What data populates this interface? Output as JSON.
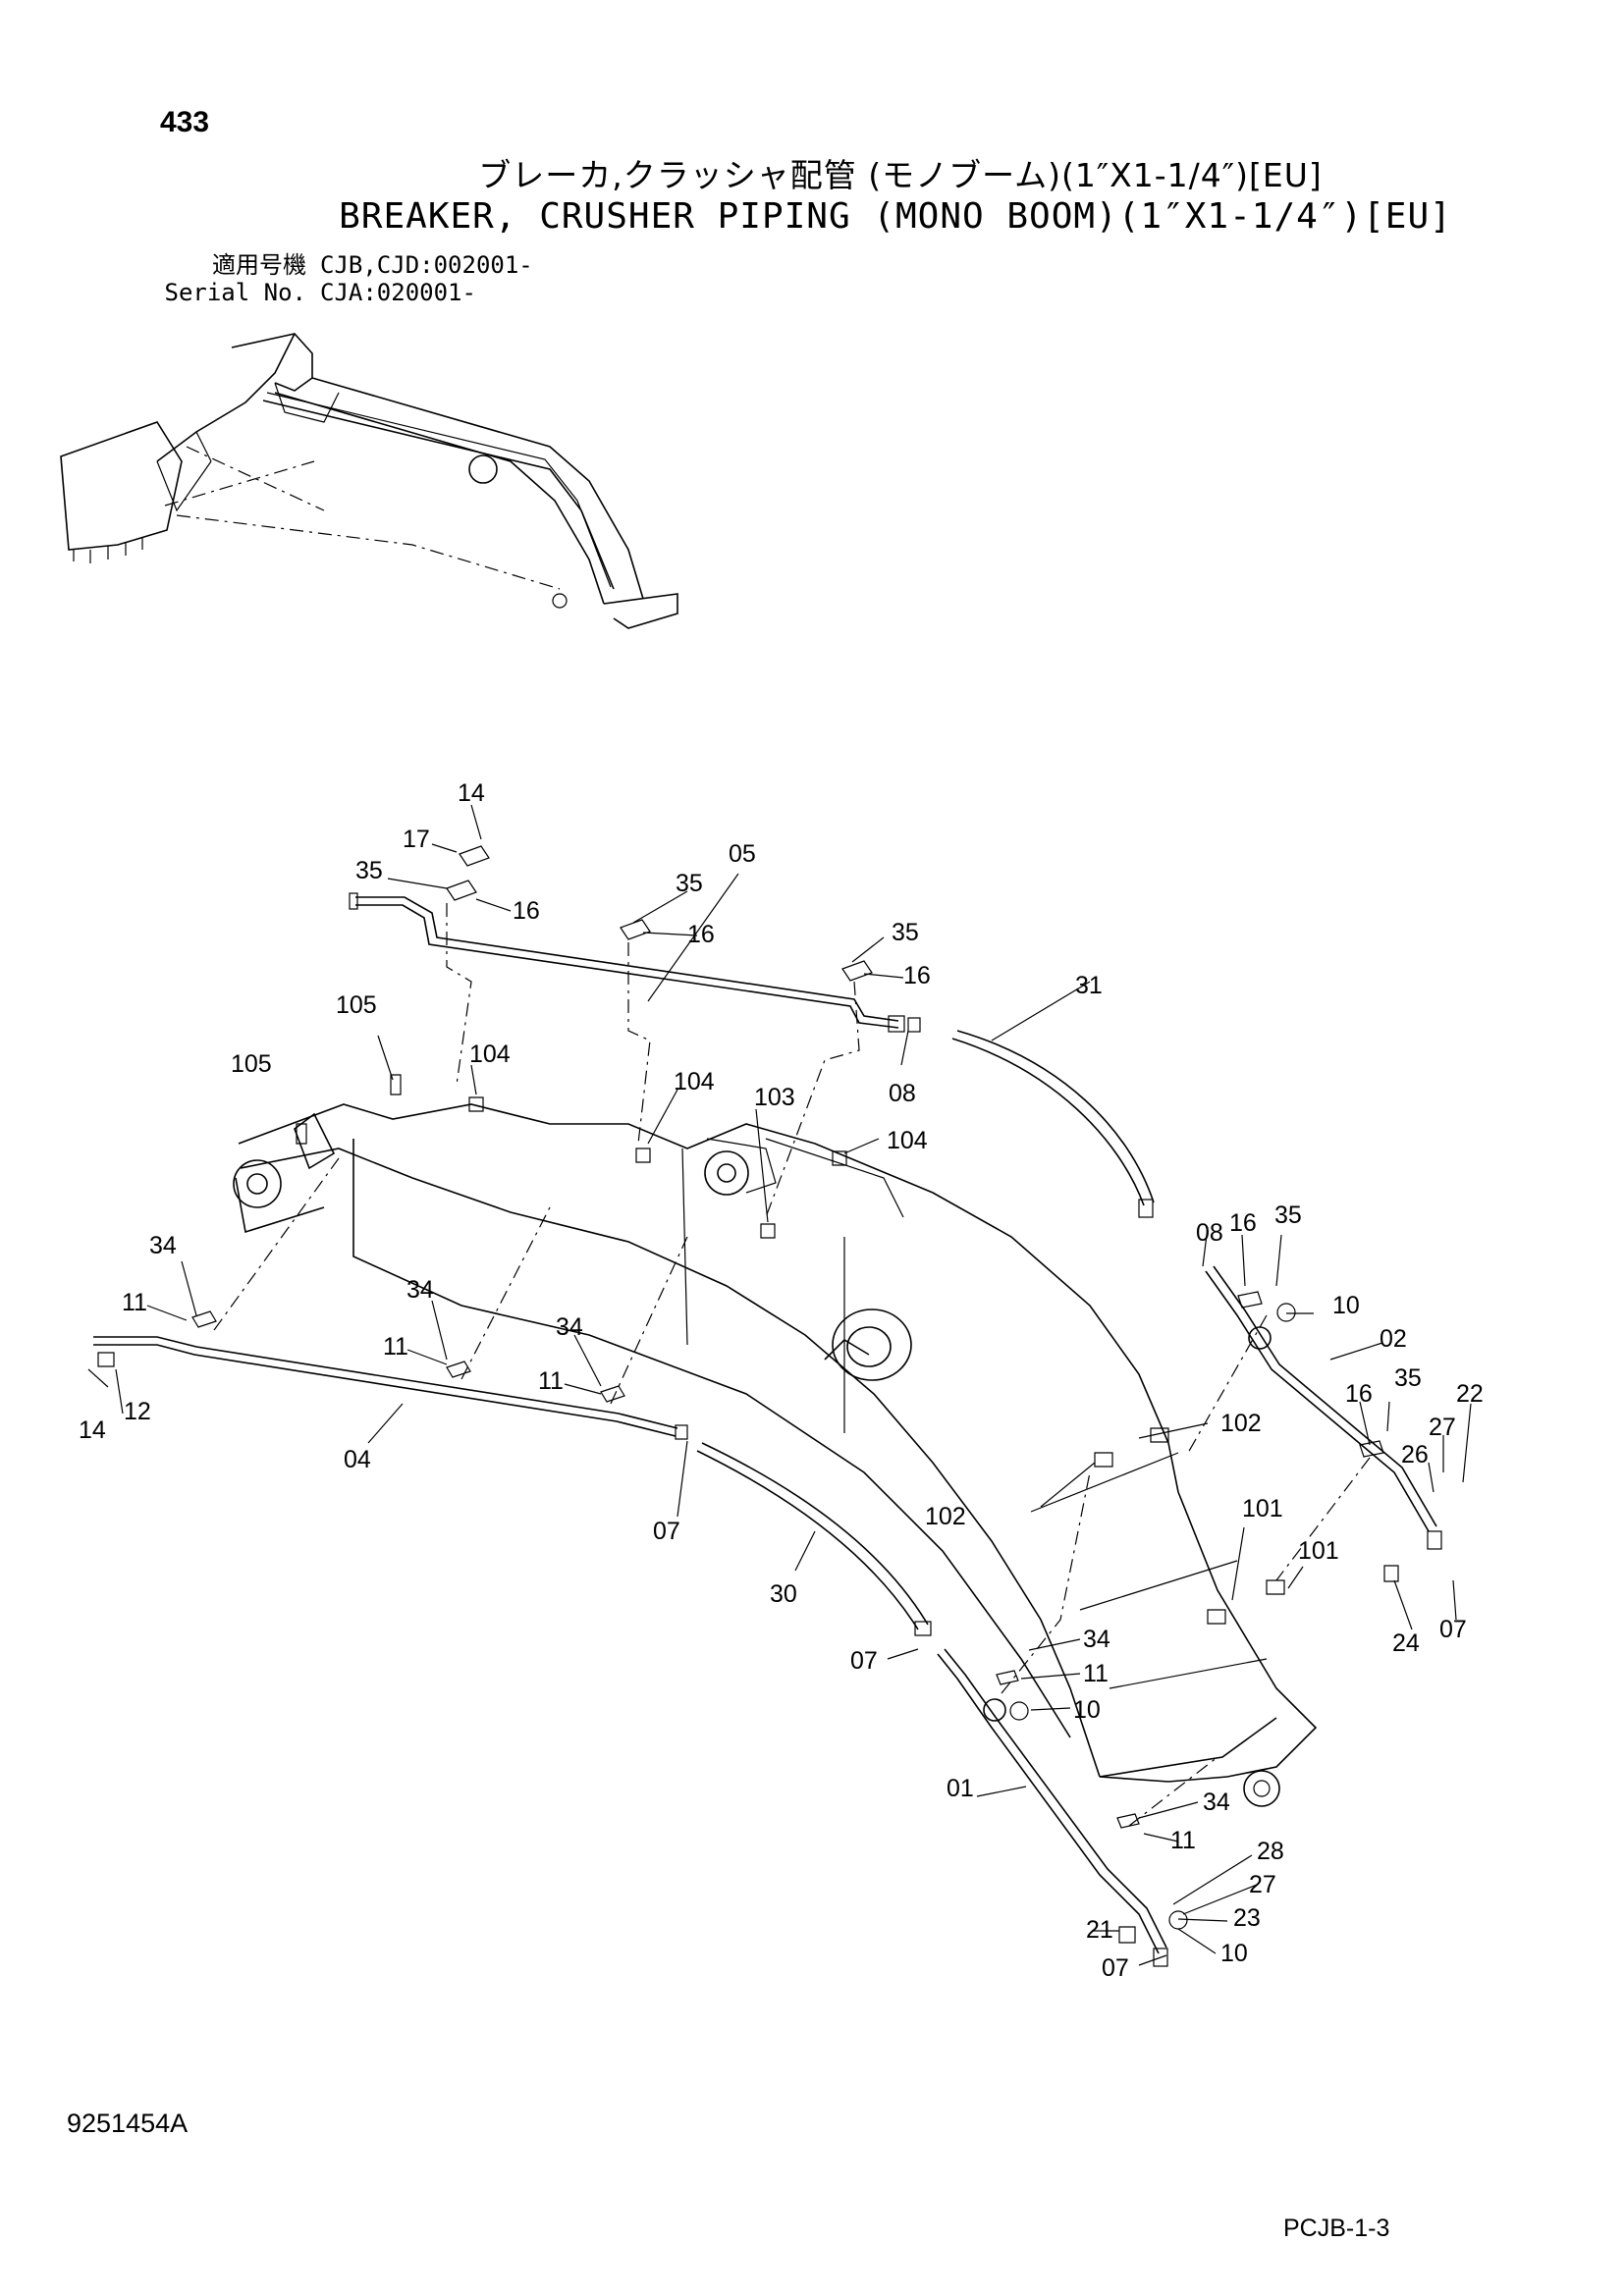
{
  "page_number": "433",
  "title_jp": "ブレーカ,クラッシャ配管 (モノブーム)(1″X1-1/4″)[EU]",
  "title_en": "BREAKER, CRUSHER PIPING (MONO BOOM)(1″X1-1/4″)[EU]",
  "serial": [
    {
      "label": "適用号機",
      "value": "CJB,CJD:002001-"
    },
    {
      "label": "Serial No.",
      "value": "CJA:020001-"
    }
  ],
  "callouts": [
    "14",
    "17",
    "35",
    "16",
    "05",
    "35",
    "16",
    "35",
    "16",
    "31",
    "105",
    "105",
    "104",
    "104",
    "103",
    "104",
    "08",
    "08",
    "16",
    "35",
    "10",
    "02",
    "16",
    "35",
    "22",
    "27",
    "26",
    "34",
    "11",
    "34",
    "11",
    "34",
    "11",
    "14",
    "12",
    "04",
    "07",
    "30",
    "102",
    "102",
    "101",
    "101",
    "24",
    "07",
    "07",
    "34",
    "11",
    "10",
    "01",
    "34",
    "11",
    "28",
    "27",
    "23",
    "10",
    "21",
    "07"
  ],
  "doc_number": "9251454A",
  "page_code": "PCJB-1-3"
}
